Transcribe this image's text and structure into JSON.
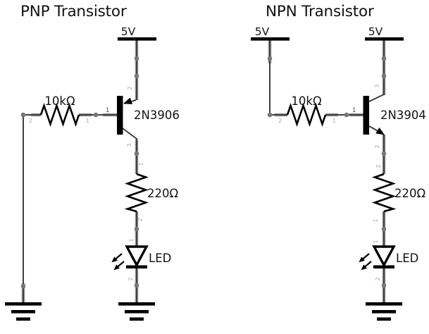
{
  "colors": {
    "background": "#ffffff",
    "wire": "#3f3f3f",
    "pin": "#9a9a9a",
    "junction": "#787878",
    "component": "#000000",
    "text": "#121212",
    "pin_label": "#a8a8a8",
    "pin_label_dark": "#4a4a4a"
  },
  "pnp": {
    "title": "PNP Transistor",
    "supply_label": "5V",
    "base_resistor_value": "10kΩ",
    "transistor_part": "2N3906",
    "led_resistor_value": "220Ω",
    "led_label": "LED",
    "pins": {
      "emitter": "2",
      "collector": "3",
      "base": "1",
      "base_res_left": "2",
      "base_res_right": "1",
      "led_res_top": "1",
      "led_res_bottom": "2",
      "led_anode": "1",
      "led_cathode": "2"
    }
  },
  "npn": {
    "title": "NPN Transistor",
    "supply_left_label": "5V",
    "supply_right_label": "5V",
    "base_resistor_value": "10kΩ",
    "transistor_part": "2N3904",
    "led_resistor_value": "220Ω",
    "led_label": "LED",
    "pins": {
      "supply_drop": "2",
      "collector": "3",
      "emitter": "2",
      "base": "1",
      "base_res_right": "1",
      "led_res_top": "2",
      "led_res_bottom": "1",
      "led_anode": "1",
      "led_cathode": "2"
    }
  }
}
